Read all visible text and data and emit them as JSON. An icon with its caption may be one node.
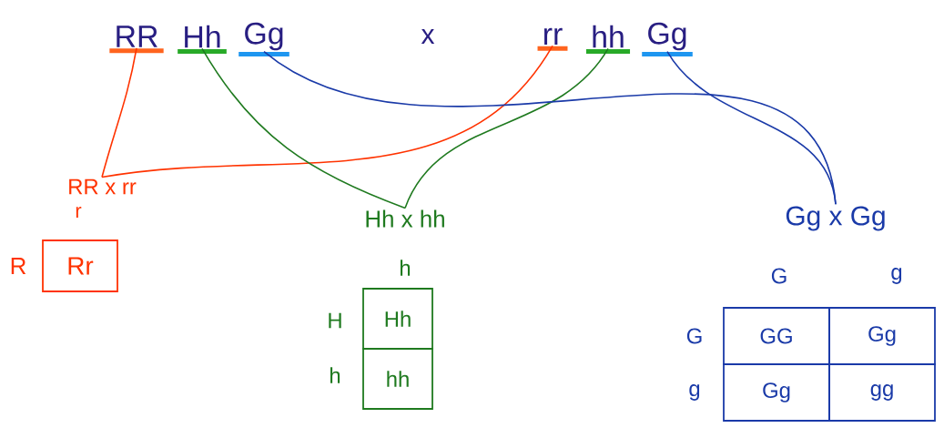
{
  "diagram": {
    "nodes": [
      {
        "text": [
          "RR"
        ]
      },
      {
        "text": [
          "Hh"
        ]
      },
      {
        "text": [
          "Gg"
        ]
      },
      {
        "text": [
          "rr"
        ]
      },
      {
        "text": [
          "hh"
        ]
      },
      {
        "text": [
          "Gg"
        ]
      },
      {
        "text": [
          "RR x rr"
        ]
      },
      {
        "text": [
          "Hh x hh"
        ]
      },
      {
        "text": [
          "Gg x Gg"
        ]
      },
      {
        "text": [
          "Rr"
        ]
      },
      {
        "text": [
          "Hh"
        ]
      },
      {
        "text": [
          "hh"
        ]
      },
      {
        "text": [
          "GG"
        ]
      },
      {
        "text": [
          "Gg"
        ]
      },
      {
        "text": [
          "Gg"
        ]
      },
      {
        "text": [
          "gg"
        ]
      }
    ],
    "edges": [
      {
        "from": 0,
        "to": 6,
        "arrow": "none",
        "color": "#ff3300"
      },
      {
        "from": 3,
        "to": 6,
        "arrow": "none",
        "color": "#ff3300"
      },
      {
        "from": 1,
        "to": 7,
        "arrow": "none",
        "color": "#1f7a1f"
      },
      {
        "from": 4,
        "to": 7,
        "arrow": "none",
        "color": "#1f7a1f"
      },
      {
        "from": 2,
        "to": 8,
        "arrow": "none",
        "color": "#1a3aa8"
      },
      {
        "from": 5,
        "to": 8,
        "arrow": "none",
        "color": "#1a3aa8"
      }
    ],
    "labels": [
      "x",
      "r",
      "R",
      "h",
      "H",
      "h",
      "G",
      "g",
      "G",
      "g"
    ]
  }
}
